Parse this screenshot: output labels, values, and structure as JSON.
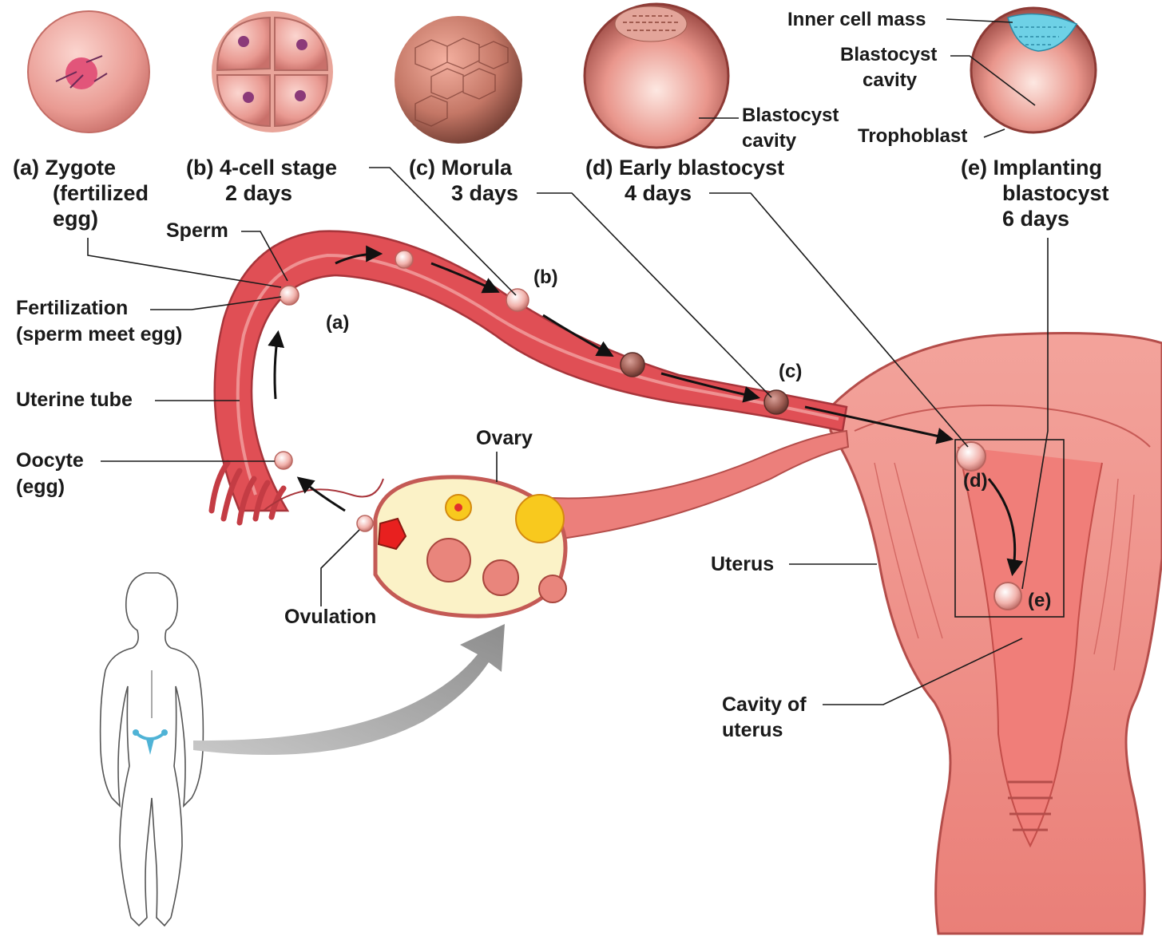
{
  "stages": {
    "a": {
      "line1": "(a) Zygote",
      "line2": "(fertilized",
      "line3": "egg)"
    },
    "b": {
      "line1": "(b) 4-cell stage",
      "line2": "2 days"
    },
    "c": {
      "line1": "(c) Morula",
      "line2": "3 days"
    },
    "d": {
      "line1": "(d) Early blastocyst",
      "line2": "4 days"
    },
    "e": {
      "line1": "(e) Implanting",
      "line2": "blastocyst",
      "line3": "6 days"
    }
  },
  "inset_labels": {
    "d_cavity_1": "Blastocyst",
    "d_cavity_2": "cavity",
    "inner_cell_mass": "Inner cell mass",
    "e_cavity_1": "Blastocyst",
    "e_cavity_2": "cavity",
    "trophoblast": "Trophoblast"
  },
  "anatomy_labels": {
    "sperm": "Sperm",
    "fertilization_1": "Fertilization",
    "fertilization_2": "(sperm meet egg)",
    "uterine_tube": "Uterine tube",
    "oocyte_1": "Oocyte",
    "oocyte_2": "(egg)",
    "ovary": "Ovary",
    "ovulation": "Ovulation",
    "uterus": "Uterus",
    "cavity_1": "Cavity of",
    "cavity_2": "uterus"
  },
  "path_markers": {
    "a": "(a)",
    "b": "(b)",
    "c": "(c)",
    "d": "(d)",
    "e": "(e)"
  },
  "colors": {
    "tube_dark": "#d9464e",
    "tube_light": "#f08a8a",
    "uterus_wall": "#ef8e8a",
    "ovary_fill": "#fbf2c7",
    "corpus": "#f8c91e",
    "body_outline": "#555555",
    "reproductive_highlight": "#4fb3d6"
  }
}
